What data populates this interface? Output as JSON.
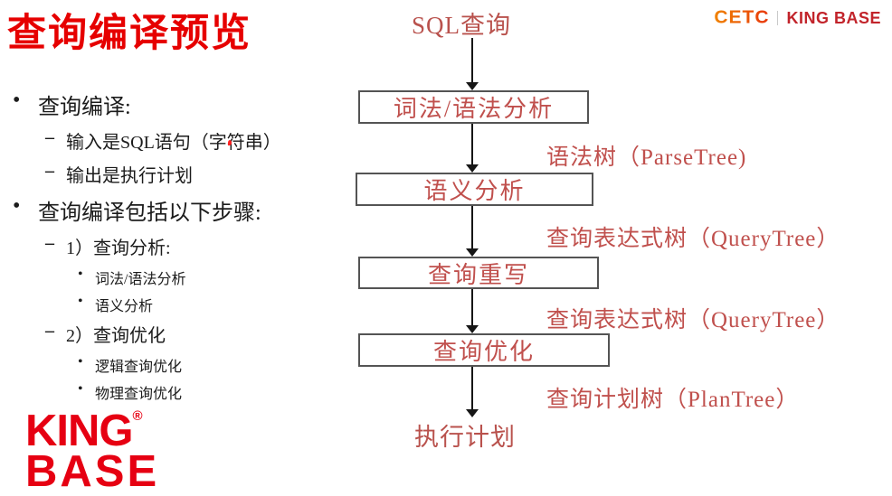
{
  "title": "查询编译预览",
  "bullets": {
    "items": [
      {
        "marker": "•",
        "text": "查询编译:"
      },
      {
        "marker": "–",
        "text": "输入是SQL语句（字符串）"
      },
      {
        "marker": "–",
        "text": "输出是执行计划"
      },
      {
        "marker": "•",
        "text": "查询编译包括以下步骤:"
      },
      {
        "marker": "–",
        "text": "1）查询分析:"
      },
      {
        "marker": "•",
        "text": "词法/语法分析"
      },
      {
        "marker": "•",
        "text": "语义分析"
      },
      {
        "marker": "–",
        "text": "2）查询优化"
      },
      {
        "marker": "•",
        "text": "逻辑查询优化"
      },
      {
        "marker": "•",
        "text": "物理查询优化"
      }
    ]
  },
  "flowchart": {
    "start": "SQL查询",
    "boxes": [
      {
        "label": "词法/语法分析"
      },
      {
        "label": "语义分析"
      },
      {
        "label": "查询重写"
      },
      {
        "label": "查询优化"
      }
    ],
    "edge_labels": [
      {
        "text": "语法树（ParseTree)"
      },
      {
        "text": "查询表达式树（QueryTree）"
      },
      {
        "text": "查询表达式树（QueryTree）"
      },
      {
        "text": "查询计划树（PlanTree）"
      }
    ],
    "end": "执行计划"
  },
  "logos": {
    "header": {
      "cetc": "CETC",
      "kingbase": "KING BASE"
    },
    "footer": {
      "king": "KING",
      "reg": "®",
      "base": "BASE"
    }
  },
  "colors": {
    "title_red": "#e60000",
    "diagram_red": "#c0504d",
    "box_border_gray": "#545454",
    "footer_logo_red": "#e60012",
    "header_kingbase_red": "#c2242b",
    "header_cetc_orange": "#f08300"
  }
}
